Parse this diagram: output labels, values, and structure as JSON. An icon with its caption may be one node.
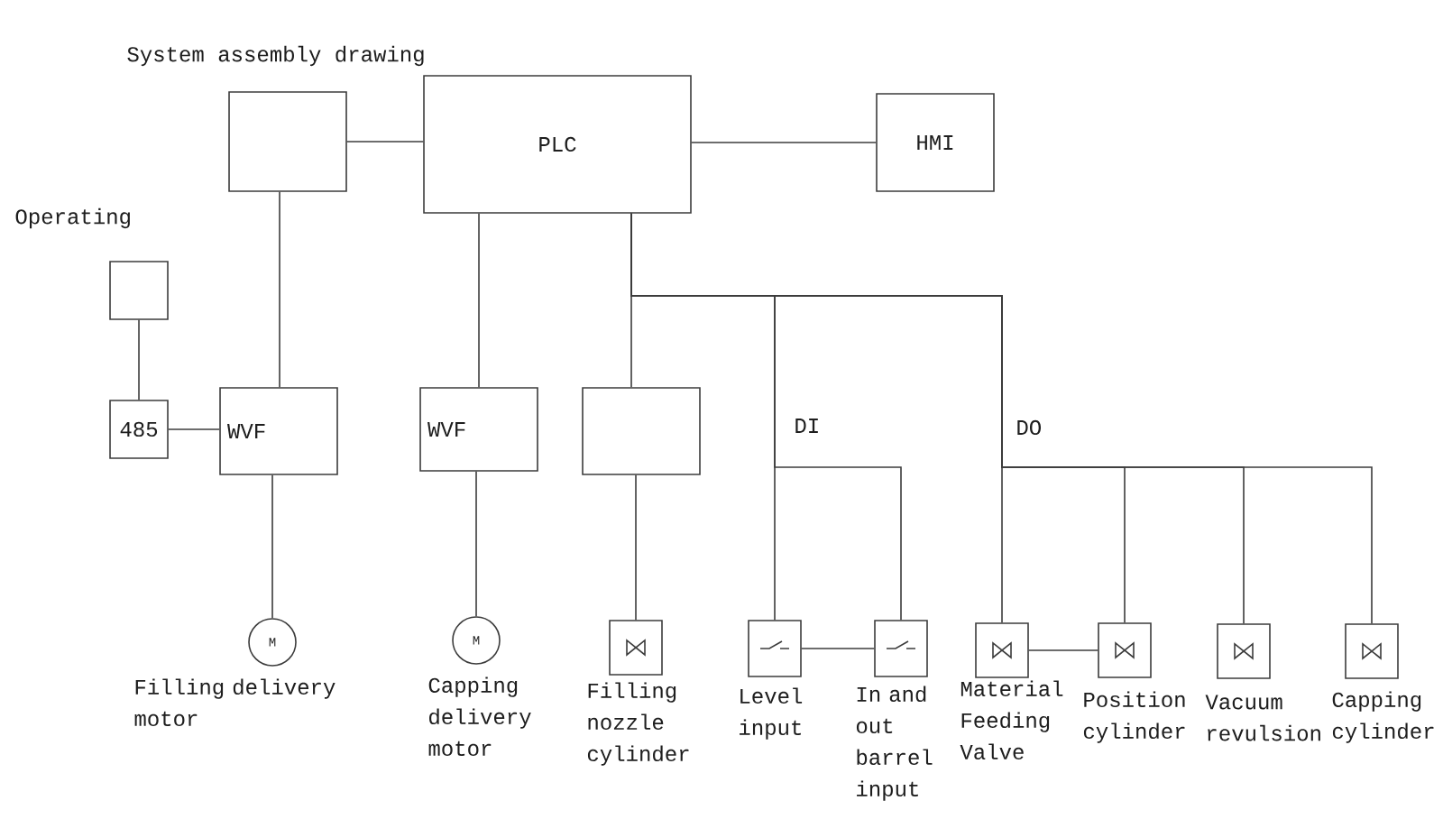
{
  "diagram": {
    "title": "System assembly drawing",
    "nodes": [
      {
        "text": [],
        "shape": "box"
      },
      {
        "text": [
          "PLC"
        ]
      },
      {
        "text": [
          "HMI"
        ]
      },
      {
        "text": [],
        "shape": "box"
      },
      {
        "text": [
          "485"
        ]
      },
      {
        "text": [
          "WVF"
        ]
      },
      {
        "text": [
          "WVF"
        ]
      },
      {
        "text": [],
        "shape": "box"
      },
      {
        "text": [
          "M"
        ],
        "beside": [
          "Filling delivery motor"
        ]
      },
      {
        "text": [
          "M"
        ],
        "beside": [
          "Capping delivery motor"
        ]
      },
      {
        "text": [],
        "shape": "valve",
        "beside": [
          "Filling nozzle cylinder"
        ]
      },
      {
        "text": [],
        "shape": "switch",
        "beside": [
          "Level input"
        ]
      },
      {
        "text": [],
        "shape": "switch",
        "beside": [
          "In and out barrel input"
        ]
      },
      {
        "text": [],
        "shape": "valve",
        "beside": [
          "Material Feeding Valve"
        ]
      },
      {
        "text": [],
        "shape": "valve",
        "beside": [
          "Position cylinder"
        ]
      },
      {
        "text": [],
        "shape": "valve",
        "beside": [
          "Vacuum revulsion"
        ]
      },
      {
        "text": [],
        "shape": "valve",
        "beside": [
          "Capping cylinder"
        ]
      }
    ],
    "edges": [
      {
        "from": 0,
        "to": 1,
        "arrow": "none"
      },
      {
        "from": 1,
        "to": 2,
        "arrow": "none"
      },
      {
        "from": 3,
        "to": 4,
        "arrow": "none"
      },
      {
        "from": 4,
        "to": 5,
        "arrow": "none"
      },
      {
        "from": 0,
        "to": 5,
        "arrow": "none"
      },
      {
        "from": 5,
        "to": 8,
        "arrow": "none"
      },
      {
        "from": 1,
        "to": 6,
        "arrow": "none"
      },
      {
        "from": 6,
        "to": 9,
        "arrow": "none"
      },
      {
        "from": 1,
        "to": 7,
        "arrow": "none"
      },
      {
        "from": 7,
        "to": 10,
        "arrow": "none"
      },
      {
        "from": 1,
        "to": 11,
        "arrow": "none"
      },
      {
        "from": 1,
        "to": 12,
        "arrow": "none"
      },
      {
        "from": 1,
        "to": 13,
        "arrow": "none"
      },
      {
        "from": 1,
        "to": 14,
        "arrow": "none"
      },
      {
        "from": 1,
        "to": 15,
        "arrow": "none"
      },
      {
        "from": 1,
        "to": 16,
        "arrow": "none"
      },
      {
        "from": 11,
        "to": 12,
        "arrow": "none"
      },
      {
        "from": 13,
        "to": 14,
        "arrow": "none"
      }
    ],
    "labels": [
      "Operating",
      "DI",
      "DO"
    ]
  }
}
